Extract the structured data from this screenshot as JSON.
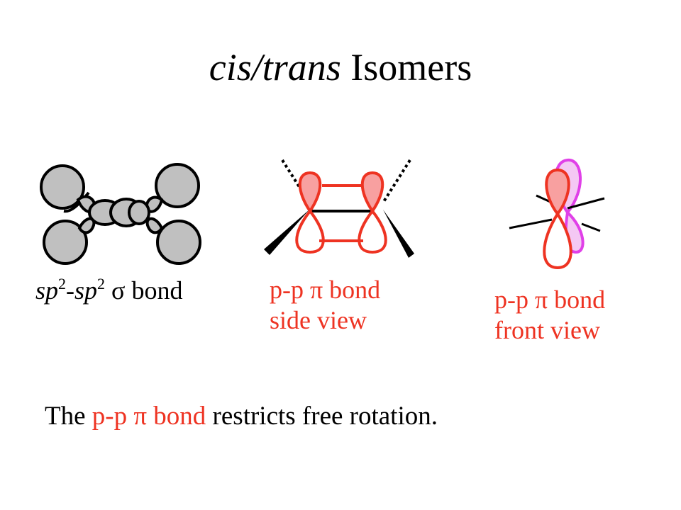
{
  "title": {
    "italic": "cis/trans",
    "plain": " Isomers"
  },
  "labels": {
    "sigma": {
      "sp_a": "sp",
      "sup_a": "2",
      "dash": "-",
      "sp_b": "sp",
      "sup_b": "2",
      "rest": " σ bond"
    },
    "side": {
      "line1": "p-p π bond",
      "line2": "side view"
    },
    "front": {
      "line1": "p-p π bond",
      "line2": "front view"
    }
  },
  "footer": {
    "before": "The ",
    "highlight": "p-p π bond",
    "after": " restricts free rotation."
  },
  "colors": {
    "red": "#ee3322",
    "pink": "#f8a0a0",
    "magenta": "#e040e8",
    "lavender": "#f4c8f4",
    "gray": "#c0c0c0"
  }
}
